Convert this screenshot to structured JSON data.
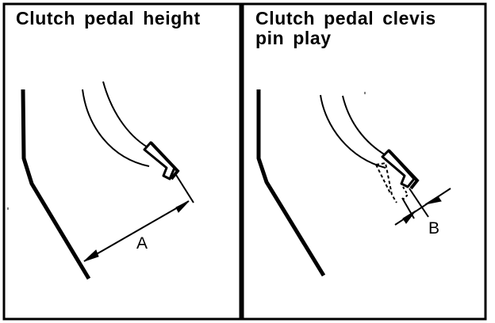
{
  "panels": [
    {
      "title": "Clutch pedal height",
      "dimension_label": "A"
    },
    {
      "title_line1": "Clutch pedal clevis",
      "title_line2": "pin play",
      "dimension_label": "B"
    }
  ],
  "colors": {
    "ink": "#000000",
    "paper": "#ffffff"
  }
}
